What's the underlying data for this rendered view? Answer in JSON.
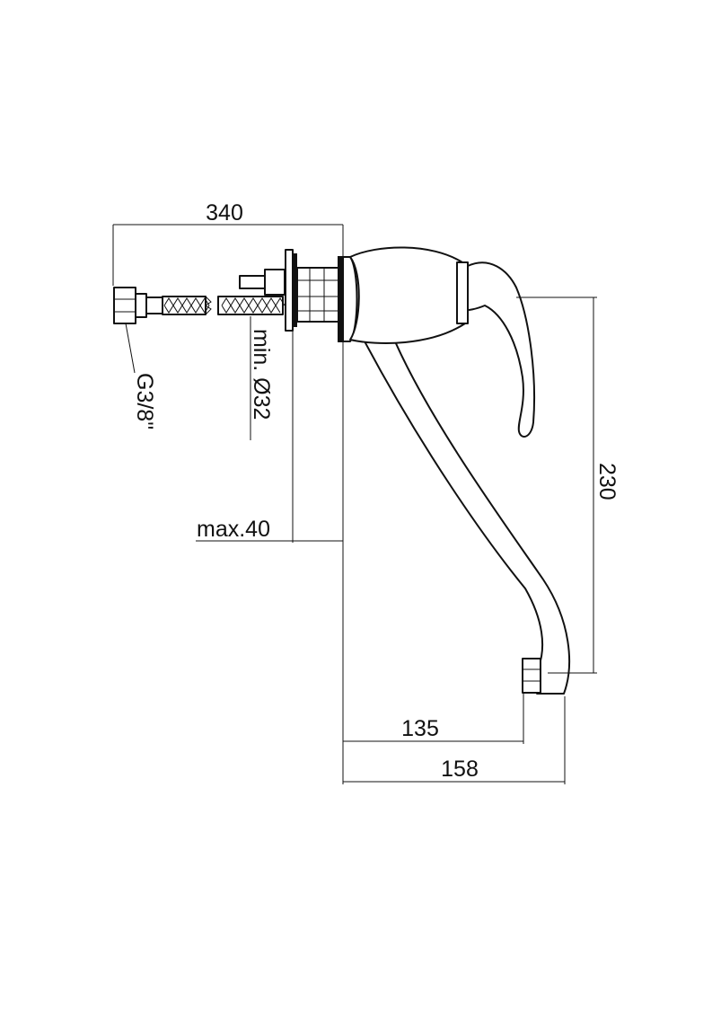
{
  "dimensions": {
    "hose_length": "340",
    "thread": "G3/8\"",
    "hole_diameter": "min. Ø32",
    "deck_thickness": "max.40",
    "spout_height": "230",
    "spout_reach": "135",
    "overall_depth": "158"
  },
  "colors": {
    "line": "#111111",
    "background": "#ffffff"
  }
}
